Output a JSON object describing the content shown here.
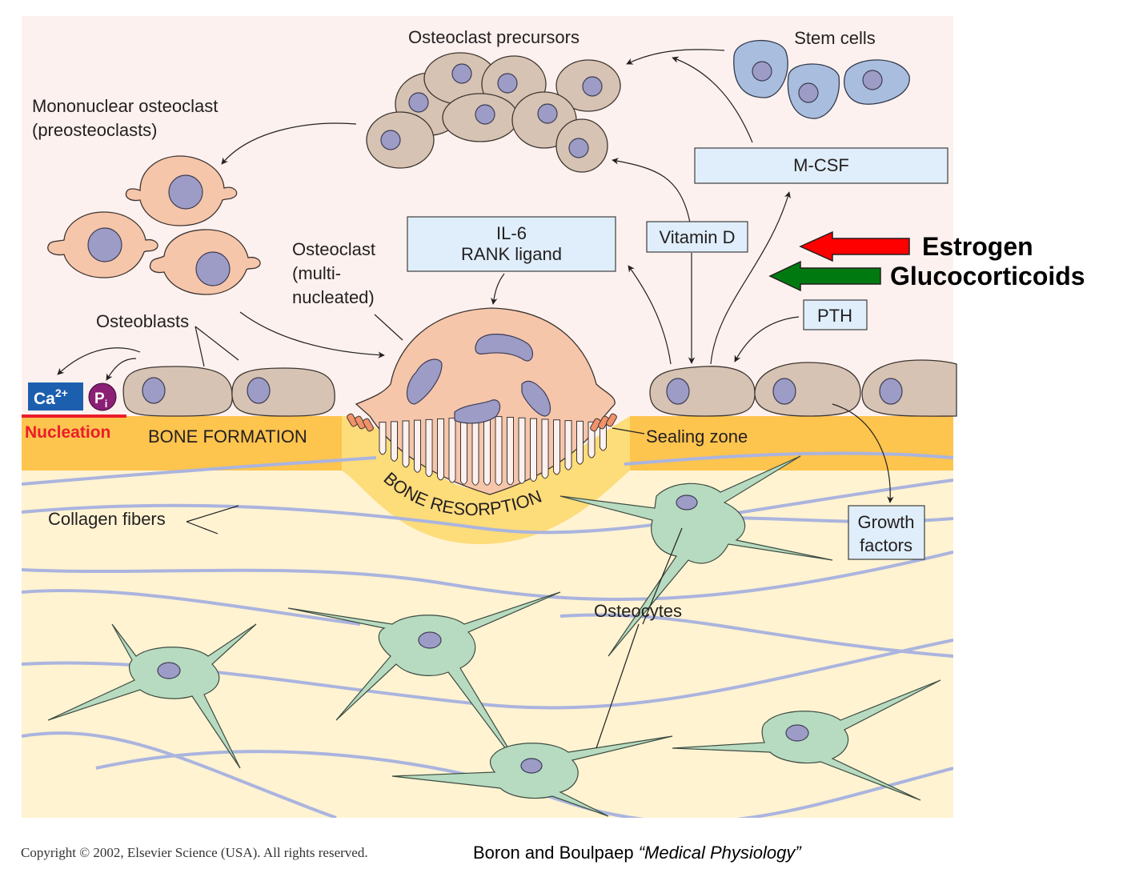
{
  "labels": {
    "osteoclast_precursors": "Osteoclast precursors",
    "stem_cells": "Stem cells",
    "mononuclear_osteoclast_1": "Mononuclear osteoclast",
    "mononuclear_osteoclast_2": "(preosteoclasts)",
    "osteoclast_1": "Osteoclast",
    "osteoclast_2": "(multi-",
    "osteoclast_3": "nucleated)",
    "osteoblasts": "Osteoblasts",
    "calcium": "Ca",
    "calcium_charge": "2+",
    "phosphate": "P",
    "phosphate_sub": "i",
    "nucleation": "Nucleation",
    "bone_formation": "BONE FORMATION",
    "bone_resorption": "BONE RESORPTION",
    "sealing_zone": "Sealing zone",
    "collagen_fibers": "Collagen fibers",
    "osteocytes": "Osteocytes"
  },
  "boxes": {
    "il6_line1": "IL-6",
    "il6_line2": "RANK ligand",
    "vitamin_d": "Vitamin D",
    "mcsf": "M-CSF",
    "pth": "PTH",
    "growth_line1": "Growth",
    "growth_line2": "factors"
  },
  "hormones": {
    "estrogen": "Estrogen",
    "glucocorticoids": "Glucocorticoids",
    "estrogen_color": "#ff0000",
    "glucocorticoids_color": "#007a10"
  },
  "colors": {
    "background": "#fdf1ef",
    "precursor_cell": "#d7c3b3",
    "stem_cell": "#a9bede",
    "preosteoclast": "#f6c6ab",
    "nucleus": "#9d9cc6",
    "osteocyte": "#b7dbc0",
    "bone_surface": "#fdc44e",
    "bone_matrix": "#fff3d2",
    "resorption_pit": "#fddc7a",
    "collagen": "#aab4de",
    "box_fill": "#dfeefa",
    "calcium_box": "#1c5fae",
    "phosphate_circle": "#8a1f75",
    "nucleation_red": "#ec1c2b"
  },
  "footer": {
    "copyright": "Copyright © 2002, Elsevier Science (USA).  All rights reserved.",
    "source_authors": "Boron and Boulpaep ",
    "source_title": "“Medical Physiology”"
  }
}
